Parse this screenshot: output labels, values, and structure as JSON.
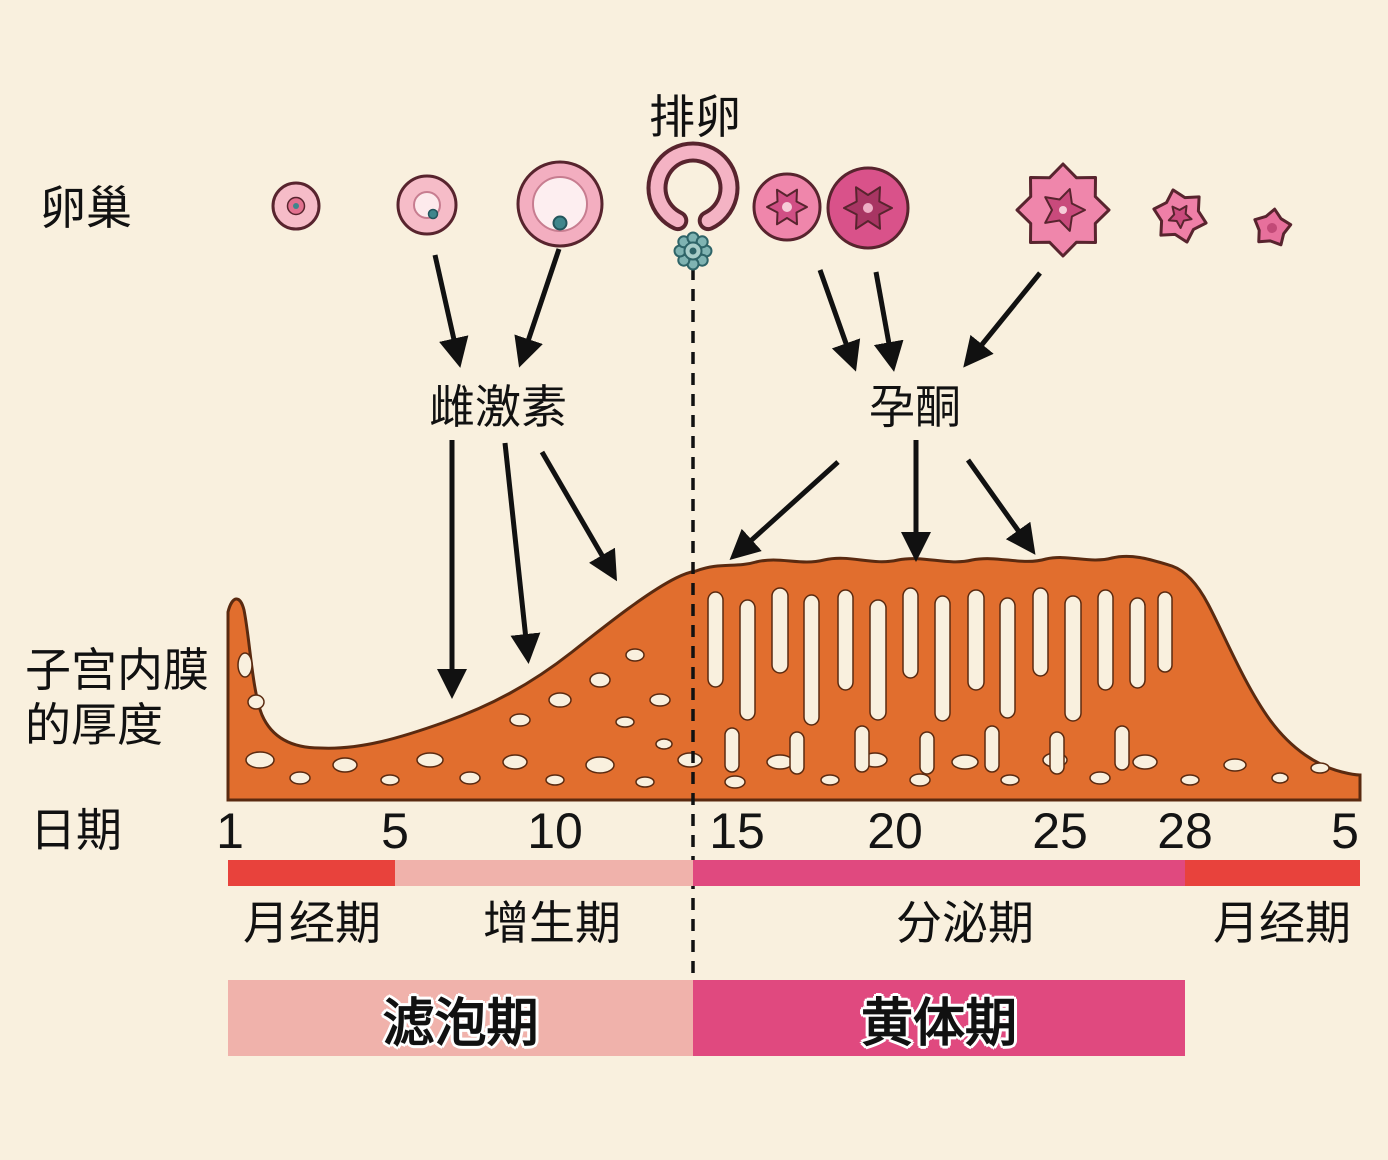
{
  "labels": {
    "ovulation": "排卵",
    "ovary": "卵巢",
    "estrogen": "雌激素",
    "progesterone": "孕酮",
    "endometrium_line1": "子宫内膜",
    "endometrium_line2": "的厚度",
    "date": "日期"
  },
  "day_ticks": [
    "1",
    "5",
    "10",
    "15",
    "20",
    "25",
    "28",
    "5"
  ],
  "phase_segments": [
    {
      "label": "月经期",
      "color": "#e8423c",
      "days": "1-5"
    },
    {
      "label": "增生期",
      "color": "#f0b2ab",
      "days": "5-14"
    },
    {
      "label": "分泌期",
      "color": "#e0497f",
      "days": "14-28"
    },
    {
      "label": "月经期",
      "color": "#e8423c",
      "days": "28-5"
    }
  ],
  "cycle_phases": [
    {
      "label": "滤泡期",
      "color": "#f0b2ab"
    },
    {
      "label": "黄体期",
      "color": "#e0497f"
    }
  ],
  "ovary_stages": [
    "primordial-follicle",
    "growing-follicle",
    "mature-follicle",
    "ovulating-follicle",
    "released-egg",
    "early-corpus-luteum",
    "developing-corpus-luteum",
    "mature-corpus-luteum",
    "regressing-corpus-luteum",
    "corpus-albicans"
  ],
  "colors": {
    "background": "#f9f0de",
    "endometrium": "#e16e2e",
    "menstrual": "#e8423c",
    "proliferative": "#f0b2ab",
    "secretory": "#e0497f",
    "follicle_pink": "#f5b9c6",
    "corpus_luteum_pink": "#d9528a",
    "egg_teal": "#4f8d92"
  }
}
